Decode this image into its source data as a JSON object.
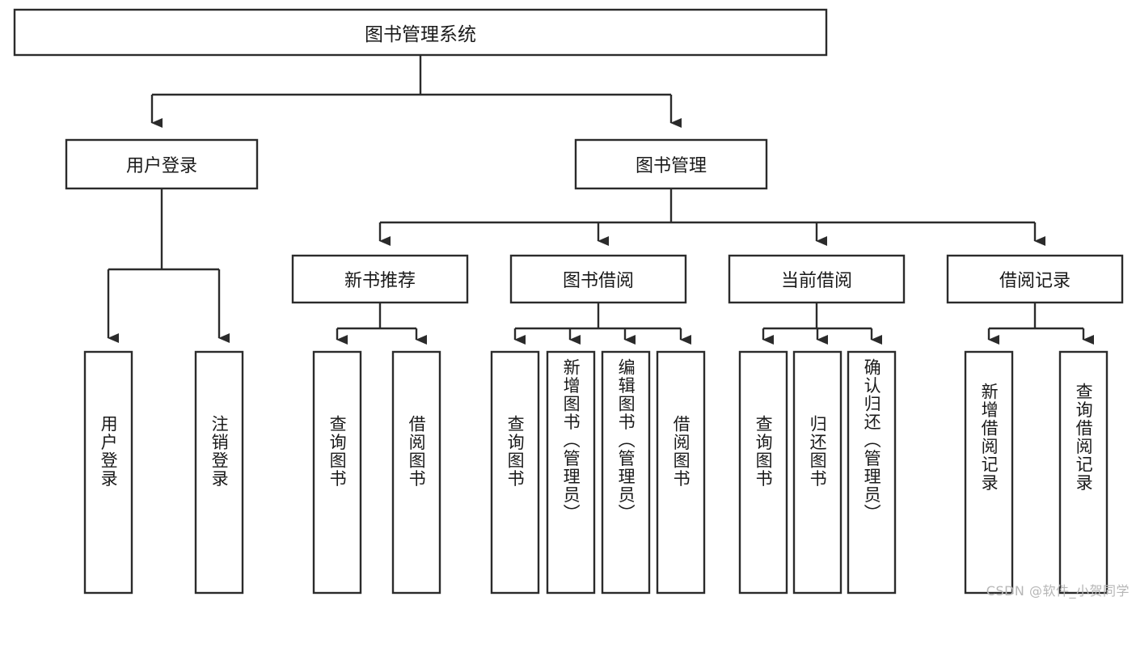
{
  "diagram": {
    "type": "tree-hierarchy",
    "title": "图书管理系统",
    "watermark": "CSDN @软件_小贺同学",
    "colors": {
      "box_stroke": "#2b2b2b",
      "box_fill": "#ffffff",
      "text": "#1a1a1a",
      "background": "#ffffff",
      "watermark": "#b6b6b6"
    },
    "root": {
      "label": "图书管理系统",
      "orientation": "horizontal"
    },
    "level2": [
      {
        "label": "用户登录",
        "orientation": "horizontal"
      },
      {
        "label": "图书管理",
        "orientation": "horizontal"
      }
    ],
    "level3": [
      {
        "label": "新书推荐",
        "orientation": "horizontal",
        "parent": "图书管理"
      },
      {
        "label": "图书借阅",
        "orientation": "horizontal",
        "parent": "图书管理"
      },
      {
        "label": "当前借阅",
        "orientation": "horizontal",
        "parent": "图书管理"
      },
      {
        "label": "借阅记录",
        "orientation": "horizontal",
        "parent": "图书管理"
      }
    ],
    "leaves": {
      "user_login": [
        {
          "label": "用户登录",
          "orientation": "vertical"
        },
        {
          "label": "注销登录",
          "orientation": "vertical"
        }
      ],
      "new_book_recommend": [
        {
          "label": "查询图书",
          "orientation": "vertical"
        },
        {
          "label": "借阅图书",
          "orientation": "vertical"
        }
      ],
      "book_borrow": [
        {
          "label": "查询图书",
          "orientation": "vertical"
        },
        {
          "label": "新增图书（管理员）",
          "orientation": "vertical"
        },
        {
          "label": "编辑图书（管理员）",
          "orientation": "vertical"
        },
        {
          "label": "借阅图书",
          "orientation": "vertical"
        }
      ],
      "current_borrow": [
        {
          "label": "查询图书",
          "orientation": "vertical"
        },
        {
          "label": "归还图书",
          "orientation": "vertical"
        },
        {
          "label": "确认归还（管理员）",
          "orientation": "vertical"
        }
      ],
      "borrow_record": [
        {
          "label": "新增借阅记录",
          "orientation": "vertical"
        },
        {
          "label": "查询借阅记录",
          "orientation": "vertical"
        }
      ]
    }
  }
}
